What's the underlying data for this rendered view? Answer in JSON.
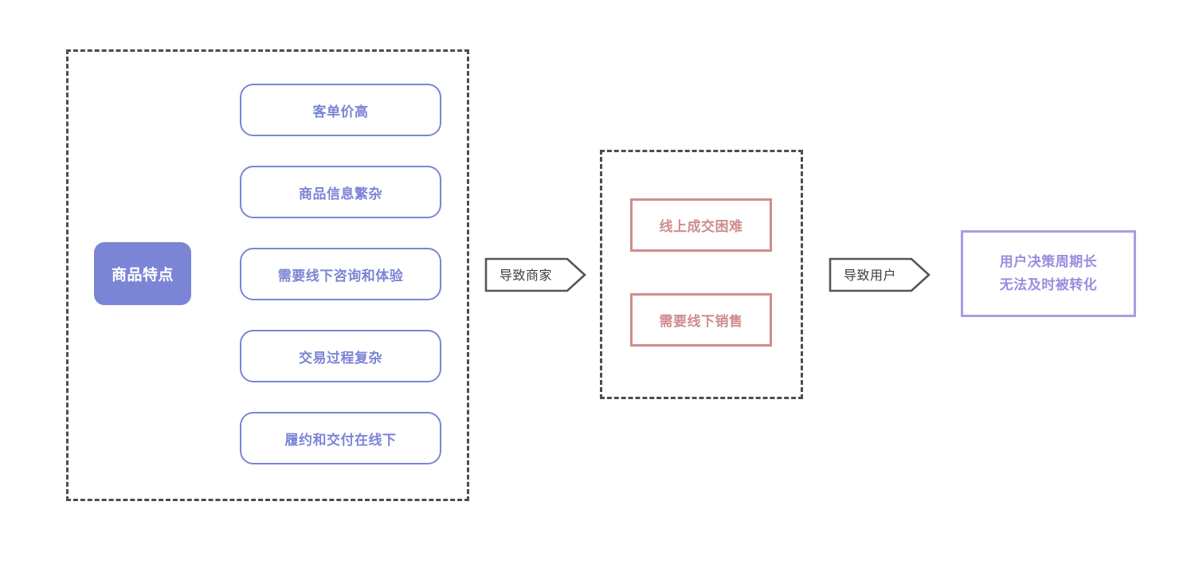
{
  "diagram": {
    "title_visible": false,
    "background_color": "#ffffff",
    "groups": [
      {
        "id": "product-features",
        "label": "商品特点",
        "label_style": "filled-pill",
        "border_style": "dashed",
        "border_color": "#4d4d4d",
        "fill_color": "#7b85d6",
        "label_text_color": "#ffffff",
        "items": [
          {
            "label": "客单价高"
          },
          {
            "label": "商品信息繁杂"
          },
          {
            "label": "需要线下咨询和体验"
          },
          {
            "label": "交易过程复杂"
          },
          {
            "label": "履约和交付在线下"
          }
        ],
        "item_border_color": "#7b85d6",
        "item_text_color": "#7b85d6"
      },
      {
        "id": "merchant-problems",
        "border_style": "dashed",
        "border_color": "#4d4d4d",
        "items": [
          {
            "label": "线上成交困难"
          },
          {
            "label": "需要线下销售"
          }
        ],
        "item_border_color": "#cf8c8c",
        "item_text_color": "#d08d8d"
      }
    ],
    "arrows": [
      {
        "id": "to-merchant",
        "label": "导致商家",
        "shape": "chevron",
        "color": "#555555",
        "text_color": "#3d3d3d"
      },
      {
        "id": "to-user",
        "label": "导致用户",
        "shape": "chevron",
        "color": "#555555",
        "text_color": "#3d3d3d"
      }
    ],
    "outcome": {
      "id": "user-outcome",
      "lines": [
        "用户决策周期长",
        "无法及时被转化"
      ],
      "border_color": "#a99ce2",
      "text_color": "#9a8de0"
    }
  }
}
